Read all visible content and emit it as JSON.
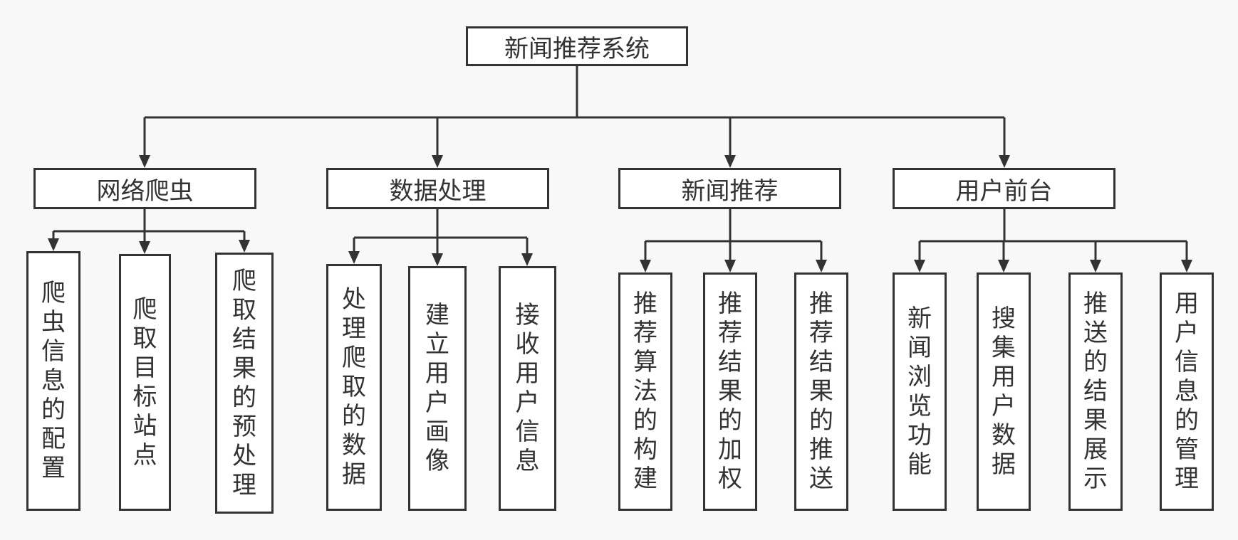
{
  "colors": {
    "line": "#333333",
    "box": "#ffffff",
    "text": "#333333",
    "background": "#f8f8f8"
  },
  "root": {
    "label": "新闻推荐系统"
  },
  "modules": [
    {
      "label": "网络爬虫",
      "children": [
        "爬虫信息的配置",
        "爬取目标站点",
        "爬取结果的预处理"
      ]
    },
    {
      "label": "数据处理",
      "children": [
        "处理爬取的数据",
        "建立用户画像",
        "接收用户信息"
      ]
    },
    {
      "label": "新闻推荐",
      "children": [
        "推荐算法的构建",
        "推荐结果的加权",
        "推荐结果的推送"
      ]
    },
    {
      "label": "用户前台",
      "children": [
        "新闻浏览功能",
        "搜集用户数据",
        "推送的结果展示",
        "用户信息的管理"
      ]
    }
  ]
}
